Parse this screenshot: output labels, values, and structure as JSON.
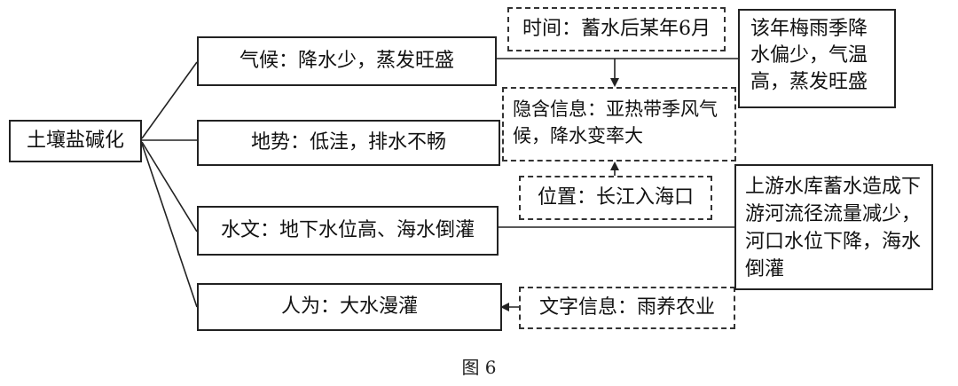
{
  "root": {
    "label": "土壤盐碱化"
  },
  "factors": [
    {
      "label": "气候：降水少，蒸发旺盛"
    },
    {
      "label": "地势：低洼，排水不畅"
    },
    {
      "label": "水文：地下水位高、海水倒灌"
    },
    {
      "label": "人为：大水漫灌"
    }
  ],
  "clues": {
    "time": "时间：蓄水后某年6月",
    "implied": "隐含信息：亚热带季风气候，降水变率大",
    "location": "位置：长江入海口",
    "text_info": "文字信息：雨养农业"
  },
  "notes": {
    "climate": "该年梅雨季降水偏少，气温高，蒸发旺盛",
    "hydrology": "上游水库蓄水造成下游河流径流量减少，河口水位下降，海水倒灌"
  },
  "caption": "图 6"
}
